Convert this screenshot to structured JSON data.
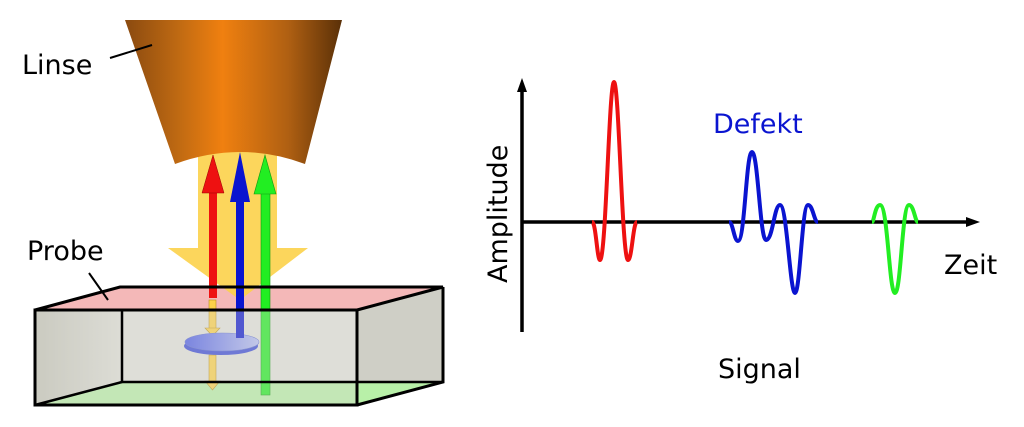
{
  "left_diagram": {
    "lens_label": "Linse",
    "sample_label": "Probe"
  },
  "right_diagram": {
    "y_axis_label": "Amplitude",
    "x_axis_label": "Zeit",
    "defect_label": "Defekt",
    "caption": "Signal"
  },
  "colors": {
    "surface_echo": "#ee1111",
    "defect_echo": "#0a14d0",
    "backwall_echo": "#22ee22",
    "beam": "#fcd24a",
    "lens": "#e07a10"
  }
}
